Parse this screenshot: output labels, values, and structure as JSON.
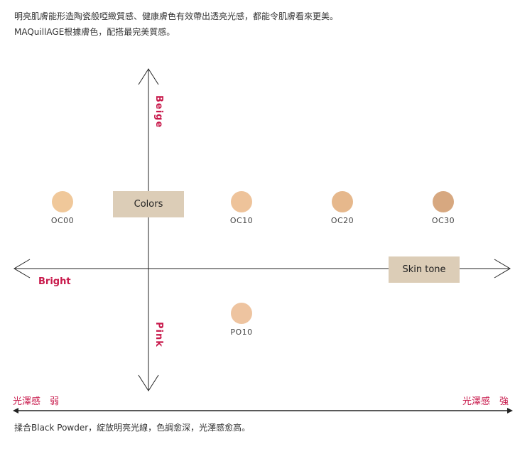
{
  "intro": {
    "line1": "明亮肌膚能形造陶瓷般啞緻質感、健康膚色有效帶出透亮光感，都能令肌膚看來更美。",
    "line2": "MAQuillAGE根據膚色，配搭最完美質感。"
  },
  "axes": {
    "up_label": "Beige",
    "down_label": "Pink",
    "left_label": "Bright",
    "colors_tag": "Colors",
    "skin_tone_tag": "Skin tone"
  },
  "shades": [
    {
      "code": "OC00",
      "color": "#f0c89a"
    },
    {
      "code": "OC10",
      "color": "#eec39a"
    },
    {
      "code": "OC20",
      "color": "#e6b88c"
    },
    {
      "code": "OC30",
      "color": "#d7a880"
    },
    {
      "code": "PO10",
      "color": "#eec4a0"
    }
  ],
  "scale": {
    "left_label": "光澤感　弱",
    "right_label": "光澤感　強"
  },
  "footer": "揉合Black Powder，綻放明亮光線，色調愈深，光澤感愈高。"
}
